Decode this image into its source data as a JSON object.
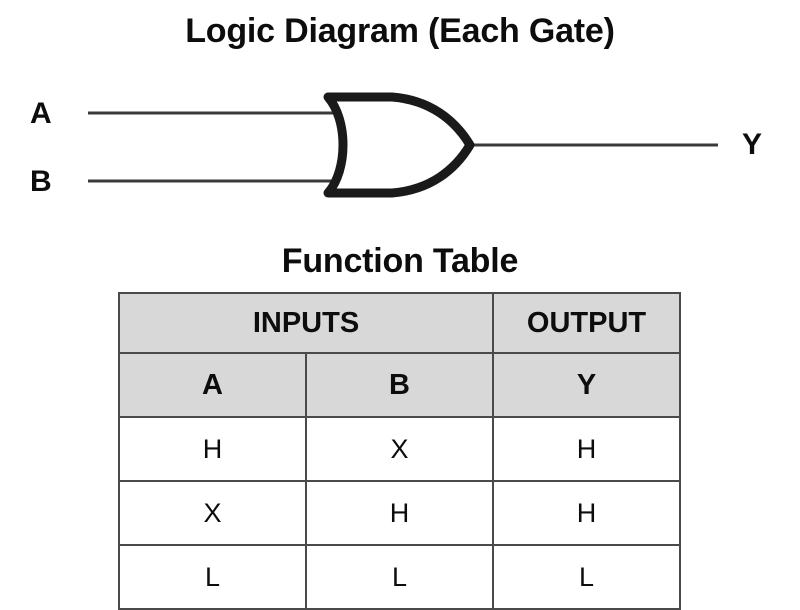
{
  "diagram": {
    "title": "Logic Diagram (Each Gate)",
    "gate_type": "or-gate",
    "inputs": [
      {
        "label": "A"
      },
      {
        "label": "B"
      }
    ],
    "output": {
      "label": "Y"
    },
    "line_color": "#3a3a3a",
    "gate_color": "#1a1a1a"
  },
  "table": {
    "title": "Function Table",
    "group_headers": [
      {
        "label": "INPUTS",
        "colspan": 2
      },
      {
        "label": "OUTPUT",
        "colspan": 1
      }
    ],
    "column_headers": [
      "A",
      "B",
      "Y"
    ],
    "rows": [
      [
        "H",
        "X",
        "H"
      ],
      [
        "X",
        "H",
        "H"
      ],
      [
        "L",
        "L",
        "L"
      ]
    ],
    "header_bg": "#d8d8d8",
    "border_color": "#4a4a4a"
  }
}
